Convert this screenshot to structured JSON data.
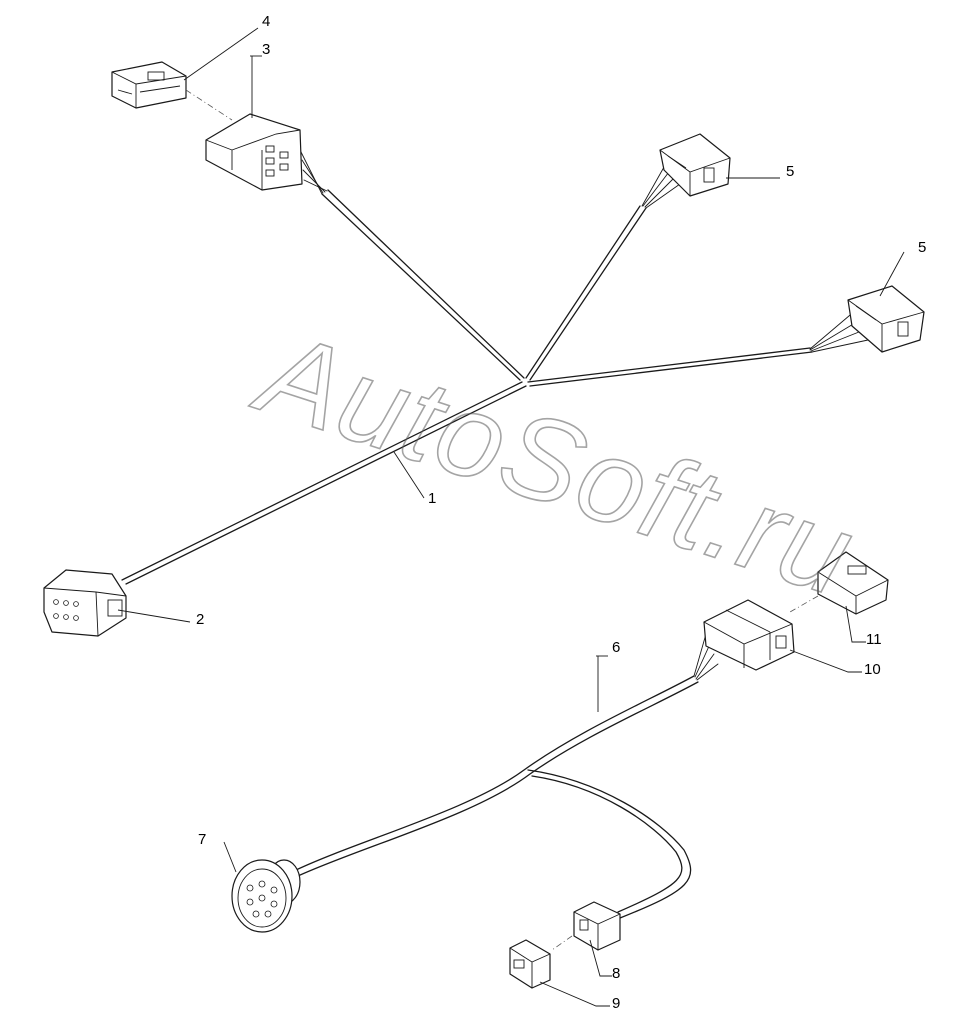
{
  "watermark": "AutoSoft.ru",
  "callouts": {
    "c1": "1",
    "c2": "2",
    "c3": "3",
    "c4": "4",
    "c5a": "5",
    "c5b": "5",
    "c6": "6",
    "c7": "7",
    "c8": "8",
    "c9": "9",
    "c10": "10",
    "c11": "11"
  }
}
